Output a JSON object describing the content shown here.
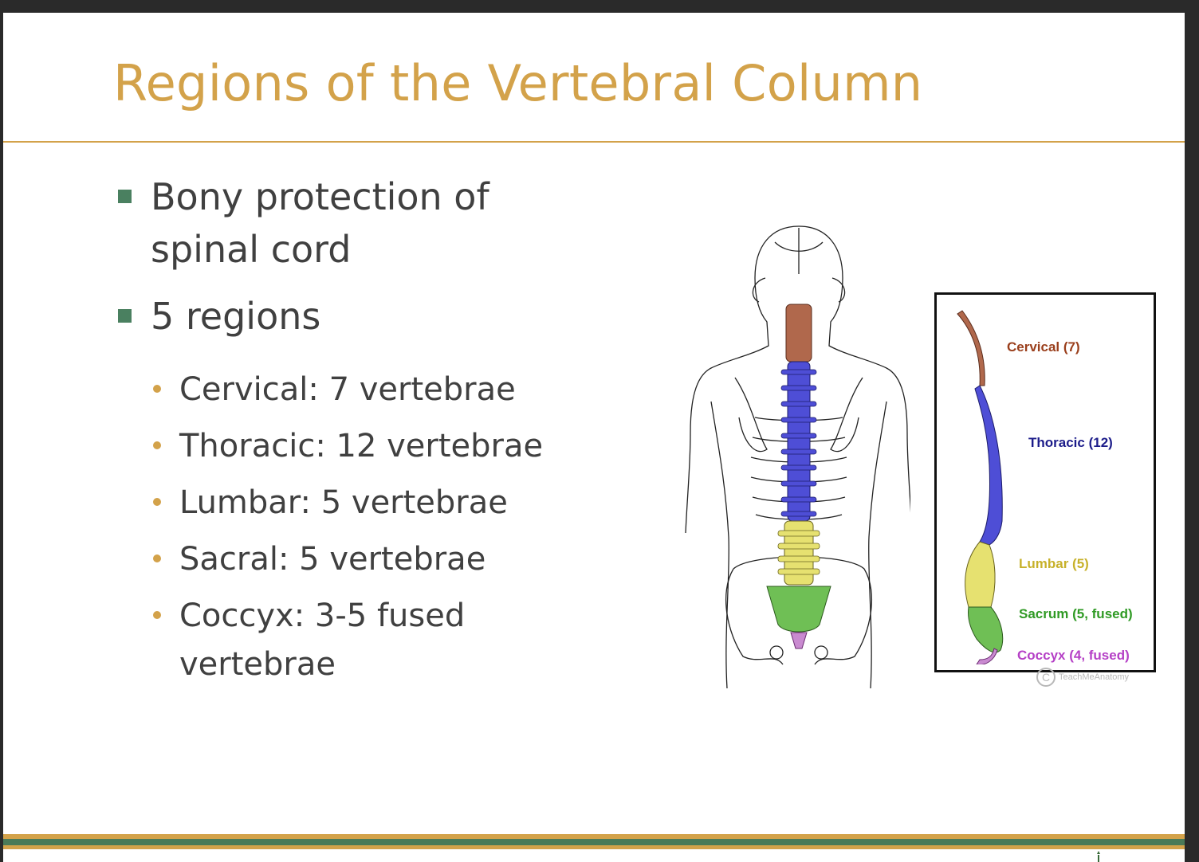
{
  "slide": {
    "title": "Regions of the Vertebral Column",
    "bullets": [
      {
        "text_line1": "Bony protection of",
        "text_line2": "spinal cord"
      },
      {
        "text": "5 regions"
      }
    ],
    "sub_bullets": [
      {
        "text": "Cervical: 7 vertebrae"
      },
      {
        "text": "Thoracic: 12 vertebrae"
      },
      {
        "text": "Lumbar: 5 vertebrae"
      },
      {
        "text": "Sacral: 5 vertebrae"
      },
      {
        "text_line1": "Coccyx: 3-5 fused",
        "text_line2": "vertebrae"
      }
    ]
  },
  "spine_panel": {
    "labels": [
      {
        "text": "Cervical (7)",
        "color": "#9a3f1c"
      },
      {
        "text": "Thoracic (12)",
        "color": "#1c1c8a"
      },
      {
        "text": "Lumbar (5)",
        "color": "#c7b12a"
      },
      {
        "text": "Sacrum (5, fused)",
        "color": "#2f9a24"
      },
      {
        "text": "Coccyx (4, fused)",
        "color": "#b540c6"
      }
    ],
    "watermark": "TeachMeAnatomy"
  },
  "region_colors": {
    "cervical": "#b0684c",
    "thoracic": "#4e4ed6",
    "lumbar": "#e6e170",
    "sacral": "#6fbf55",
    "coccyx": "#c98ad0"
  },
  "theme": {
    "accent": "#d3a24a",
    "green": "#4a7a58",
    "text": "#404040"
  }
}
